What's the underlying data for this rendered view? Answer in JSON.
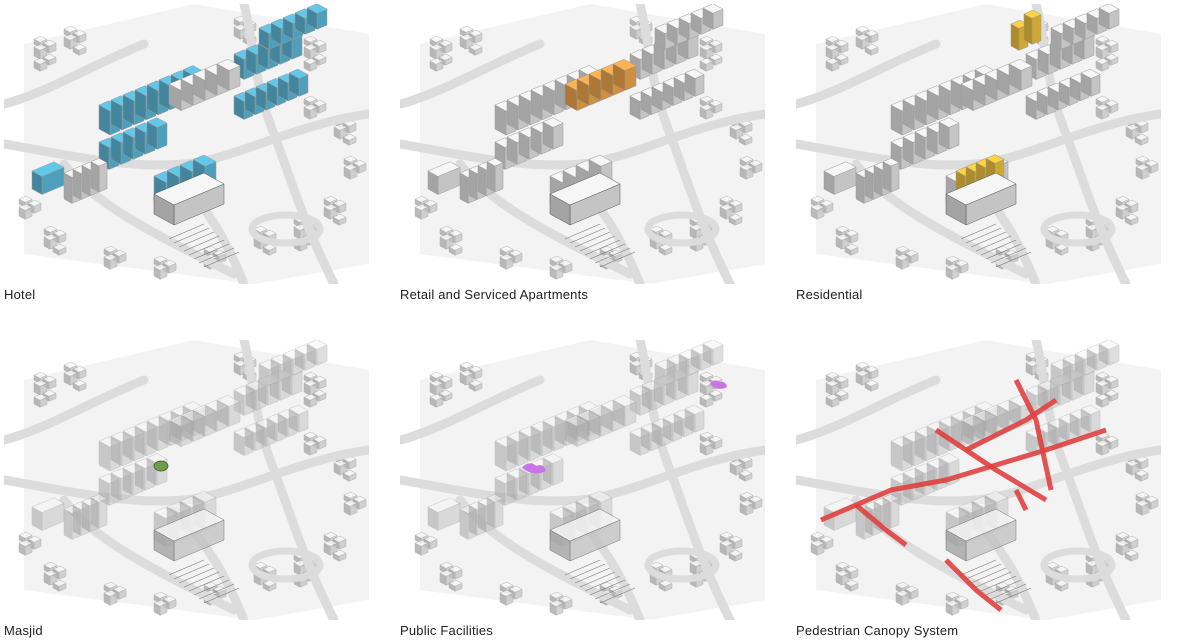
{
  "panels": [
    {
      "caption": "Hotel",
      "highlight": "hotel",
      "color": "#5bb9d9",
      "mode": "solid"
    },
    {
      "caption": "Retail and Serviced Apartments",
      "highlight": "retail",
      "color": "#f0a64a",
      "mode": "solid"
    },
    {
      "caption": "Residential",
      "highlight": "residential",
      "color": "#f2c23a",
      "mode": "solid"
    },
    {
      "caption": "Masjid",
      "highlight": "masjid",
      "color": "#6e9e4a",
      "mode": "ghost"
    },
    {
      "caption": "Public Facilities",
      "highlight": "public",
      "color": "#c874e6",
      "mode": "ghost"
    },
    {
      "caption": "Pedestrian Canopy System",
      "highlight": "canopy",
      "color": "#e0403f",
      "mode": "ghost"
    }
  ],
  "colors": {
    "background": "#ffffff",
    "ground": "#f3f3f3",
    "road": "#dcdcdc",
    "building": "#e4e4e4",
    "building_edge": "#9a9a9a"
  }
}
